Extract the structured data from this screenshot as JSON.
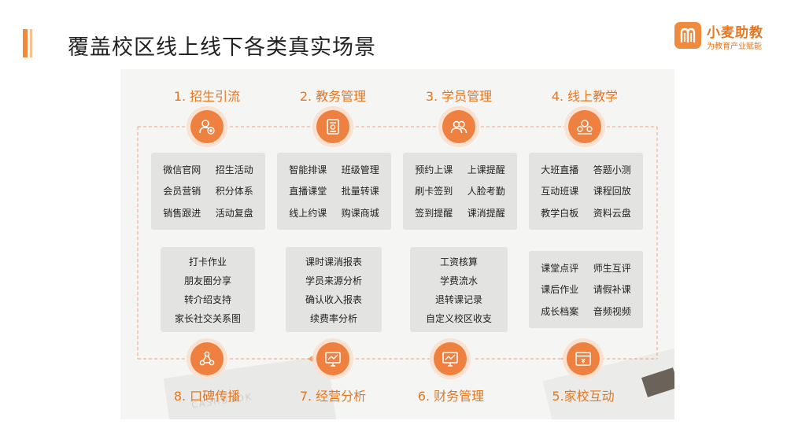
{
  "header": {
    "title": "覆盖校区线上线下各类真实场景",
    "brand": "小麦助教",
    "slogan": "为教育产业赋能"
  },
  "decor": {
    "book_text": "CASHBOOK"
  },
  "steps": [
    {
      "label": "1. 招生引流",
      "icon": "user-add-icon",
      "items": [
        "微信官网",
        "招生活动",
        "会员营销",
        "积分体系",
        "销售跟进",
        "活动复盘"
      ]
    },
    {
      "label": "2. 教务管理",
      "icon": "document-icon",
      "items": [
        "智能排课",
        "班级管理",
        "直播课堂",
        "批量转课",
        "线上约课",
        "购课商城"
      ]
    },
    {
      "label": "3. 学员管理",
      "icon": "users-icon",
      "items": [
        "预约上课",
        "上课提醒",
        "刷卡签到",
        "人脸考勤",
        "签到提醒",
        "课消提醒"
      ]
    },
    {
      "label": "4. 线上教学",
      "icon": "group-icon",
      "items": [
        "大班直播",
        "答题小测",
        "互动班课",
        "课程回放",
        "教学白板",
        "资料云盘"
      ]
    },
    {
      "label": "5.家校互动",
      "icon": "browser-icon",
      "items": [
        "课堂点评",
        "师生互评",
        "课后作业",
        "请假补课",
        "成长档案",
        "音频视频"
      ]
    },
    {
      "label": "6. 财务管理",
      "icon": "monitor-chart-icon",
      "items": [
        "工资核算",
        "学费流水",
        "退转课记录",
        "自定义校区收支"
      ]
    },
    {
      "label": "7. 经营分析",
      "icon": "monitor-chart-icon",
      "items": [
        "课时课消报表",
        "学员来源分析",
        "确认收入报表",
        "续费率分析"
      ]
    },
    {
      "label": "8. 口碑传播",
      "icon": "share-icon",
      "items": [
        "打卡作业",
        "朋友圈分享",
        "转介绍支持",
        "家长社交关系图"
      ]
    }
  ]
}
